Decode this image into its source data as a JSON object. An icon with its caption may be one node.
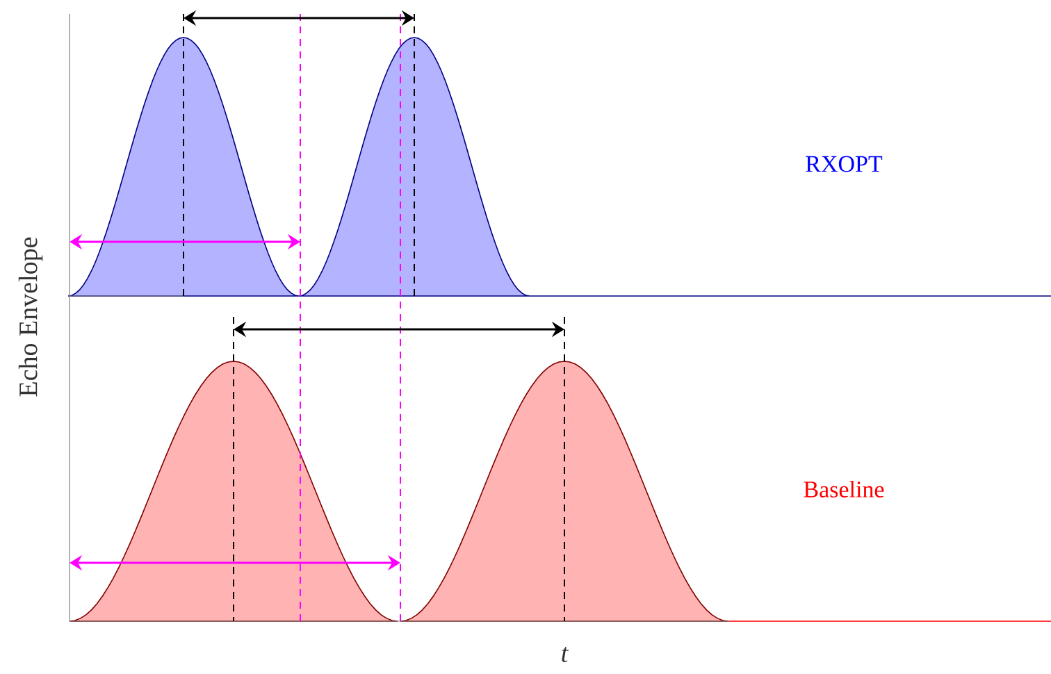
{
  "diagram": {
    "labels": [
      "RXOPT",
      "Baseline",
      "Echo Envelope",
      "t"
    ]
  }
}
